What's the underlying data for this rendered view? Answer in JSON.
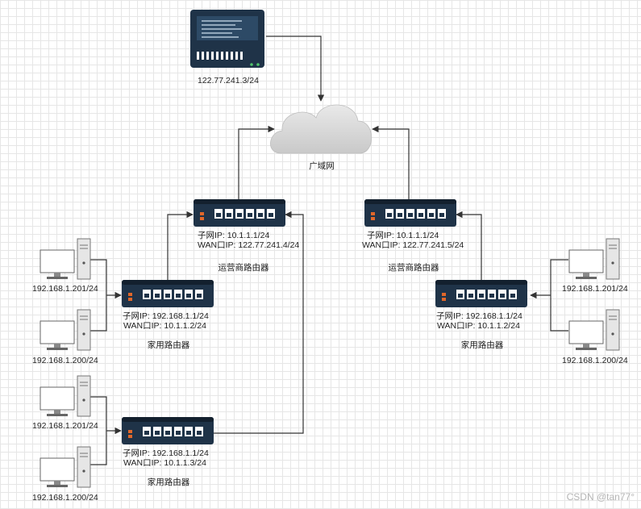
{
  "server": {
    "ip": "122.77.241.3/24"
  },
  "cloud": {
    "label": "广域网"
  },
  "isp_routers": [
    {
      "subnet": "子网IP:   10.1.1.1/24",
      "wan": "WAN口IP:  122.77.241.4/24",
      "name": "运营商路由器"
    },
    {
      "subnet": "子网IP:   10.1.1.1/24",
      "wan": "WAN口IP:  122.77.241.5/24",
      "name": "运营商路由器"
    }
  ],
  "home_routers": [
    {
      "subnet": "子网IP:   192.168.1.1/24",
      "wan": "WAN口IP:  10.1.1.2/24",
      "name": "家用路由器"
    },
    {
      "subnet": "子网IP:   192.168.1.1/24",
      "wan": "WAN口IP:  10.1.1.3/24",
      "name": "家用路由器"
    },
    {
      "subnet": "子网IP:   192.168.1.1/24",
      "wan": "WAN口IP:  10.1.1.2/24",
      "name": "家用路由器"
    }
  ],
  "pcs": [
    {
      "ip": "192.168.1.201/24"
    },
    {
      "ip": "192.168.1.200/24"
    },
    {
      "ip": "192.168.1.201/24"
    },
    {
      "ip": "192.168.1.200/24"
    },
    {
      "ip": "192.168.1.201/24"
    },
    {
      "ip": "192.168.1.200/24"
    }
  ],
  "watermark": "CSDN @tan77°",
  "colors": {
    "device": "#1f3348",
    "device_dark": "#13202e",
    "port": "#ffffff",
    "led": "#e0672a",
    "line": "#333333",
    "cloud": "#d9d9d9",
    "pc_screen": "#ffffff"
  }
}
